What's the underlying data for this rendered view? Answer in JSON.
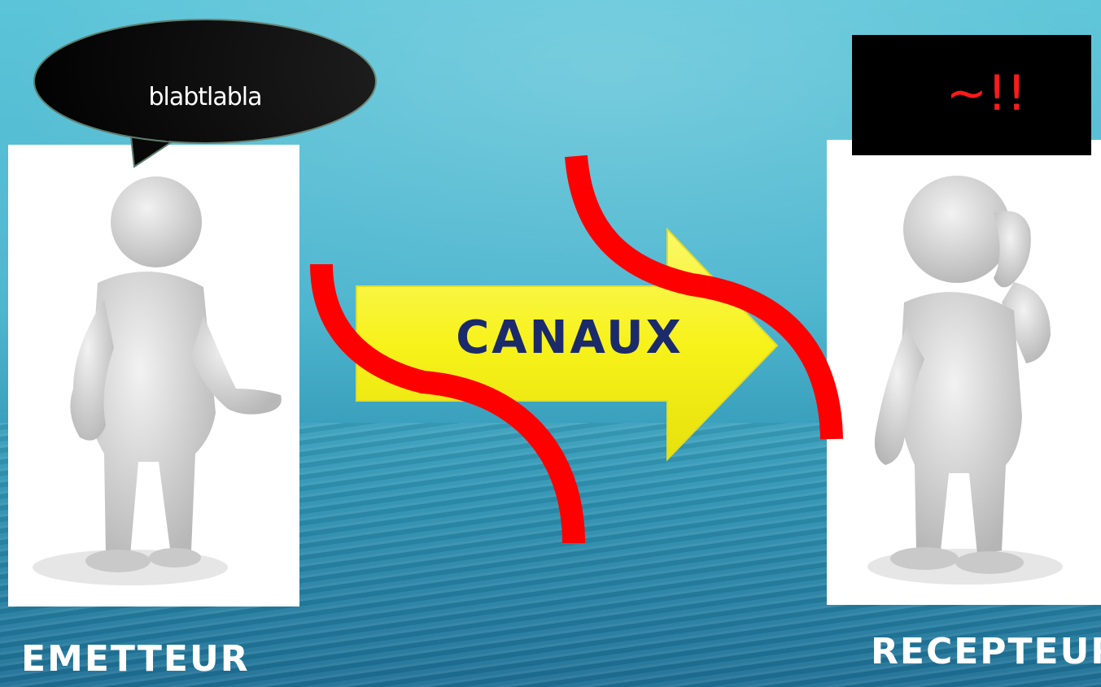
{
  "sender": {
    "label": "EMETTEUR",
    "speech": "blabtlabla"
  },
  "channel": {
    "label": "CANAUX",
    "arrow_color": "#f7f21a",
    "noise_color": "#ff0000"
  },
  "receiver": {
    "label": "RECEPTEUR",
    "reaction": "~!!"
  },
  "colors": {
    "background": "#4fb6cf",
    "label_text": "#1b2a6b",
    "reaction_text": "#ff1a1a"
  }
}
